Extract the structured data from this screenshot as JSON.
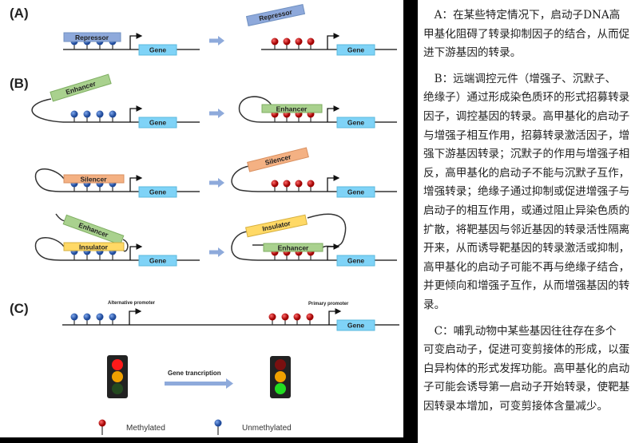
{
  "figure": {
    "panel_labels": [
      "(A)",
      "(B)",
      "(C)"
    ],
    "repressor": "Repressor",
    "enhancer": "Enhancer",
    "silencer": "Silencer",
    "insulator": "Insulator",
    "gene": "Gene",
    "alternative_promoter": "Alternative promoter",
    "primary_promoter": "Primary promoter",
    "gene_transcription": "Gene trancription",
    "legend": {
      "methylated": "Methylated",
      "unmethylated": "Unmethylated"
    },
    "colors": {
      "methylated": "#c00000",
      "unmethylated": "#2e5fb0",
      "repressor": "#8ea9db",
      "enhancer": "#a9d18e",
      "silencer": "#f4b183",
      "insulator": "#ffd966",
      "gene": "#7fd3f7",
      "arrow": "#8eaadb"
    }
  },
  "text": {
    "paragraphs": [
      {
        "lines": [
          "　A：在某些特定情况下，启动子DNA高",
          "甲基化阻碍了转录抑制因子的结合，从而促",
          "进下游基因的转录。"
        ]
      },
      {
        "lines": [
          "　B：远端调控元件（增强子、沉默子、",
          "绝缘子）通过形成染色质环的形式招募转录",
          "因子，调控基因的转录。高甲基化的启动子",
          "与增强子相互作用，招募转录激活因子，增",
          "强下游基因转录；沉默子的作用与增强子相",
          "反，高甲基化的启动子不能与沉默子互作，",
          "增强转录；绝缘子通过抑制或促进增强子与",
          "启动子的相互作用，或通过阻止异染色质的",
          "扩散，将靶基因与邻近基因的转录活性隔离",
          "开来，从而诱导靶基因的转录激活或抑制，",
          "高甲基化的启动子可能不再与绝缘子结合，",
          "并更倾向和增强子互作，从而增强基因的转",
          "录。"
        ]
      },
      {
        "lines": [
          "　C：哺乳动物中某些基因往往存在多个",
          "可变启动子，促进可变剪接体的形成，以蛋",
          "白异构体的形式发挥功能。高甲基化的启动",
          "子可能会诱导第一启动子开始转录，使靶基",
          "因转录本增加，可变剪接体含量减少。"
        ]
      }
    ]
  }
}
